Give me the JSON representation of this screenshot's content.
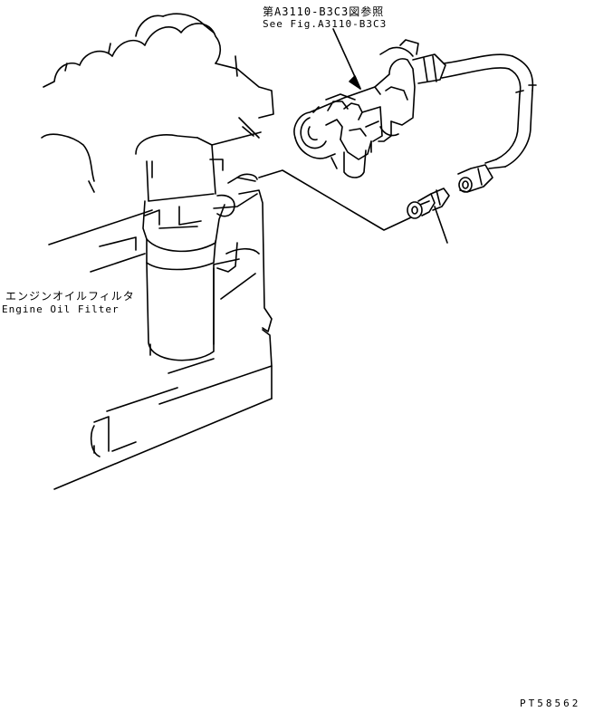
{
  "reference": {
    "japanese": "第A3110-B3C3図参照",
    "english": "See Fig.A3110-B3C3"
  },
  "filter_label": {
    "japanese": "エンジンオイルフィルタ",
    "english": "Engine Oil Filter"
  },
  "drawing_code": "PT58562",
  "colors": {
    "line": "#000000",
    "background": "#ffffff"
  }
}
